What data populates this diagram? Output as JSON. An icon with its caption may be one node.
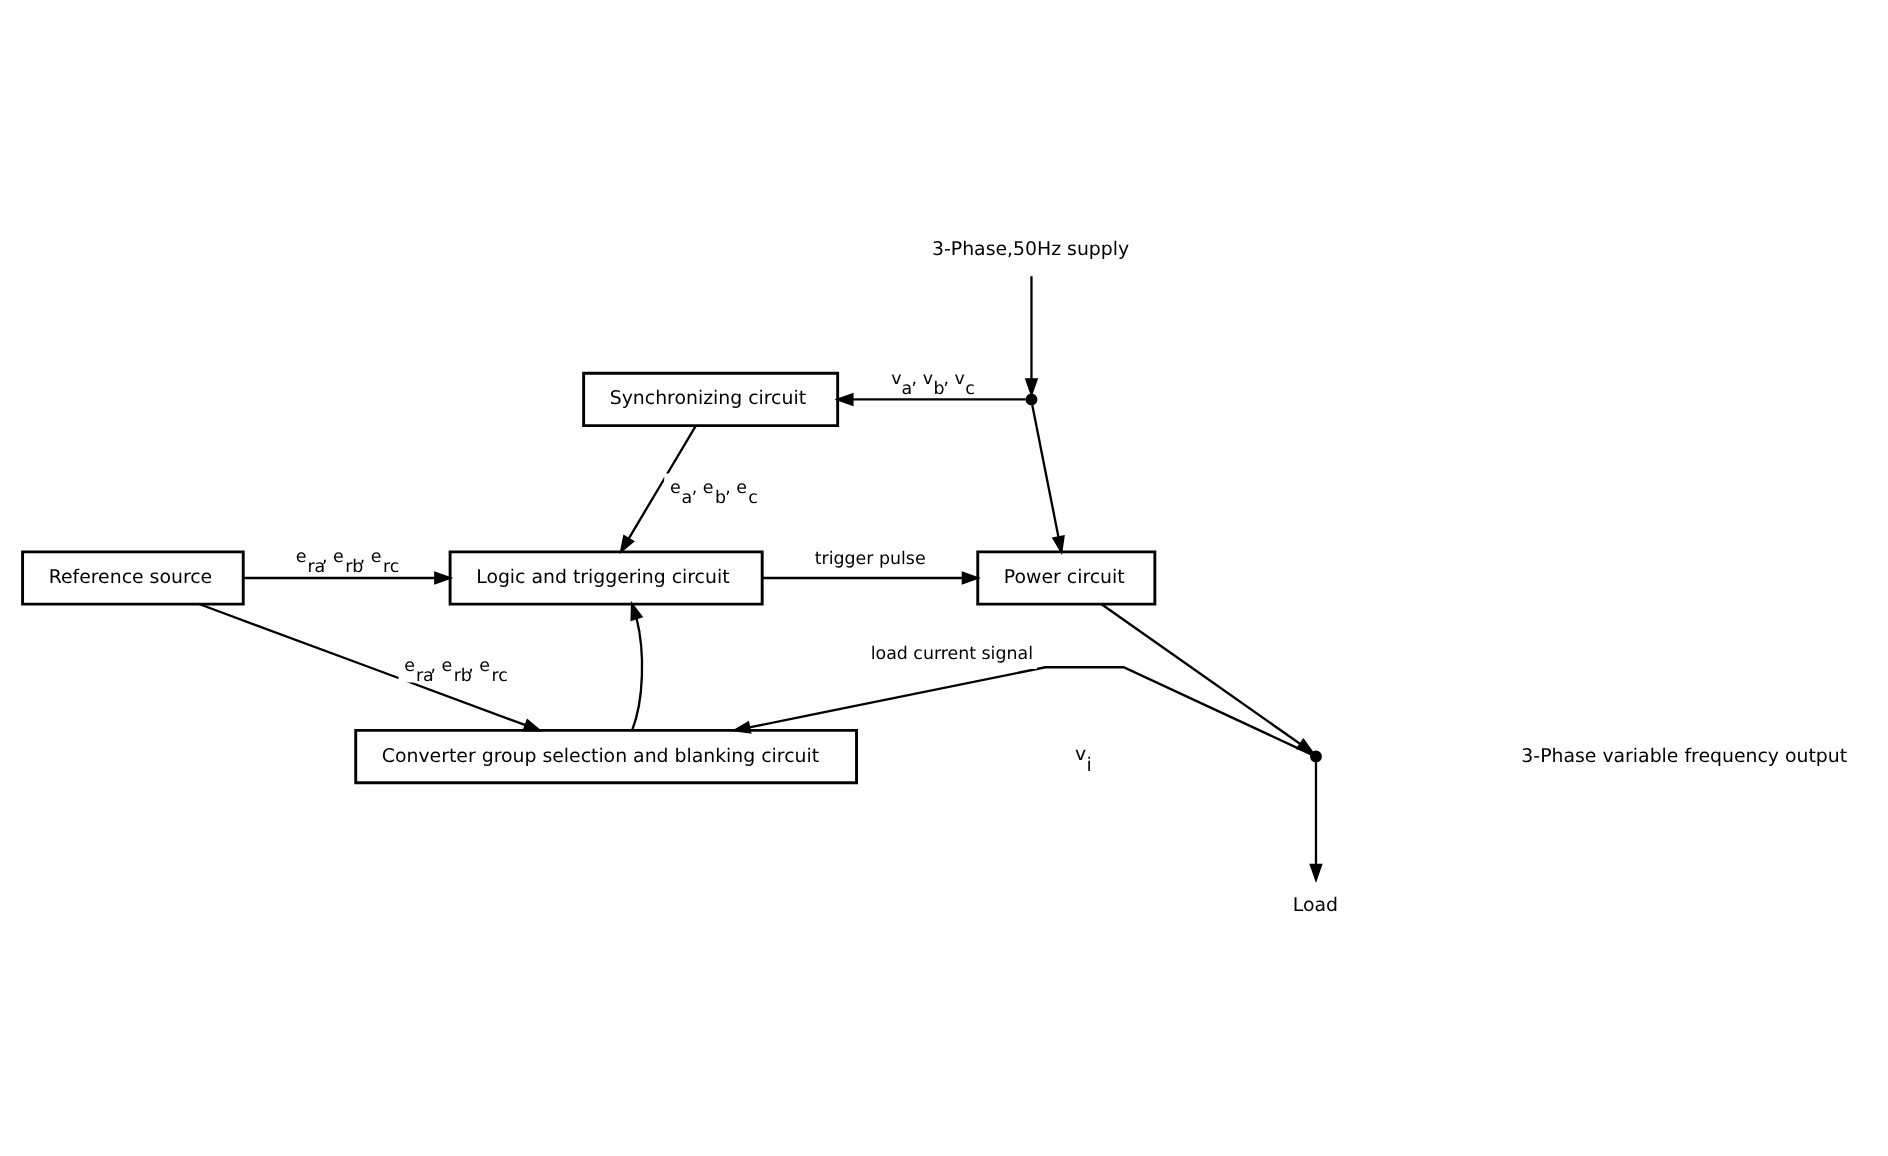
{
  "diagram": {
    "nodes": [
      {
        "text": [
          "3-Phase,50Hz supply"
        ]
      },
      {
        "text": [
          "Synchronizing circuit"
        ]
      },
      {
        "text": [],
        "shape": "circle"
      },
      {
        "text": [
          "Reference source"
        ]
      },
      {
        "text": [
          "Logic and triggering circuit"
        ]
      },
      {
        "text": [
          "Power circuit"
        ]
      },
      {
        "text": [
          "Converter group selection and blanking circuit"
        ]
      },
      {
        "text": [],
        "shape": "circle"
      },
      {
        "text": [
          "Load"
        ]
      }
    ],
    "edges": [
      {
        "from": 0,
        "to": 2,
        "arrow": "to"
      },
      {
        "from": 2,
        "to": 1,
        "arrow": "to",
        "label": "v$_{a}$, v$_{b}$, v$_{c}$"
      },
      {
        "from": 2,
        "to": 5,
        "arrow": "to"
      },
      {
        "from": 1,
        "to": 4,
        "arrow": "to",
        "label": "e$_{a}$, e$_{b}$, e$_{c}$"
      },
      {
        "from": 3,
        "to": 4,
        "arrow": "to",
        "label": "e$_{ra}$, e$_{rb}$, e$_{rc}$"
      },
      {
        "from": 4,
        "to": 5,
        "arrow": "to",
        "label": "trigger pulse"
      },
      {
        "from": 3,
        "to": 6,
        "arrow": "to",
        "label": "e$_{ra}$, e$_{rb}$, e$_{rc}$"
      },
      {
        "from": 6,
        "to": 4,
        "arrow": "to"
      },
      {
        "from": 5,
        "to": 7,
        "arrow": "to"
      },
      {
        "from": 7,
        "to": 6,
        "arrow": "to",
        "label": "load current signal"
      },
      {
        "from": 7,
        "to": 8,
        "arrow": "to"
      }
    ],
    "labels": [
      "v$_{i}$",
      "3-Phase variable frequency output"
    ]
  }
}
